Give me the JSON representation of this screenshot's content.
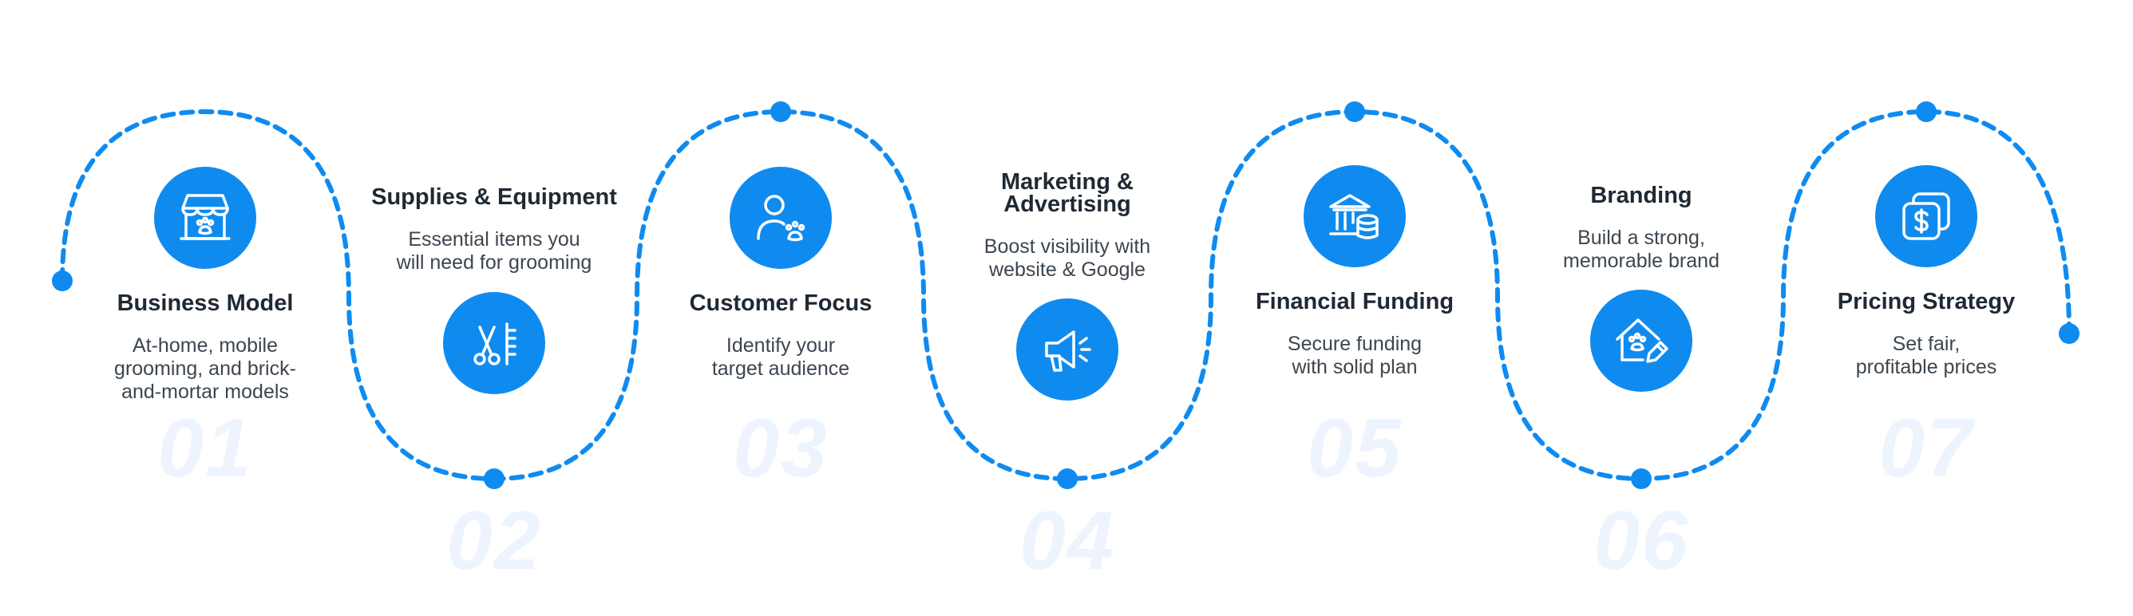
{
  "colors": {
    "accent": "#0f8bf0",
    "number_watermark": "#eef4fd",
    "title": "#1f2933",
    "text": "#3c4650"
  },
  "steps": [
    {
      "number": "01",
      "title": "Business Model",
      "desc1": "At-home, mobile",
      "desc2": "grooming, and brick-",
      "desc3": "and-mortar models",
      "icon": "storefront-paw-icon"
    },
    {
      "number": "02",
      "title": "Supplies & Equipment",
      "desc1": "Essential items you",
      "desc2": "will need for grooming",
      "desc3": "",
      "icon": "scissors-comb-icon"
    },
    {
      "number": "03",
      "title": "Customer Focus",
      "desc1": "Identify your",
      "desc2": "target audience",
      "desc3": "",
      "icon": "person-paw-icon"
    },
    {
      "number": "04",
      "title1": "Marketing &",
      "title2": "Advertising",
      "desc1": "Boost visibility with",
      "desc2": "website & Google",
      "desc3": "",
      "icon": "megaphone-icon"
    },
    {
      "number": "05",
      "title": "Financial Funding",
      "desc1": "Secure funding",
      "desc2": "with solid plan",
      "desc3": "",
      "icon": "bank-coins-icon"
    },
    {
      "number": "06",
      "title": "Branding",
      "desc1": "Build a strong,",
      "desc2": "memorable brand",
      "desc3": "",
      "icon": "house-paw-pencil-icon"
    },
    {
      "number": "07",
      "title": "Pricing Strategy",
      "desc1": "Set fair,",
      "desc2": "profitable prices",
      "desc3": "",
      "icon": "price-tag-dollar-icon"
    }
  ]
}
